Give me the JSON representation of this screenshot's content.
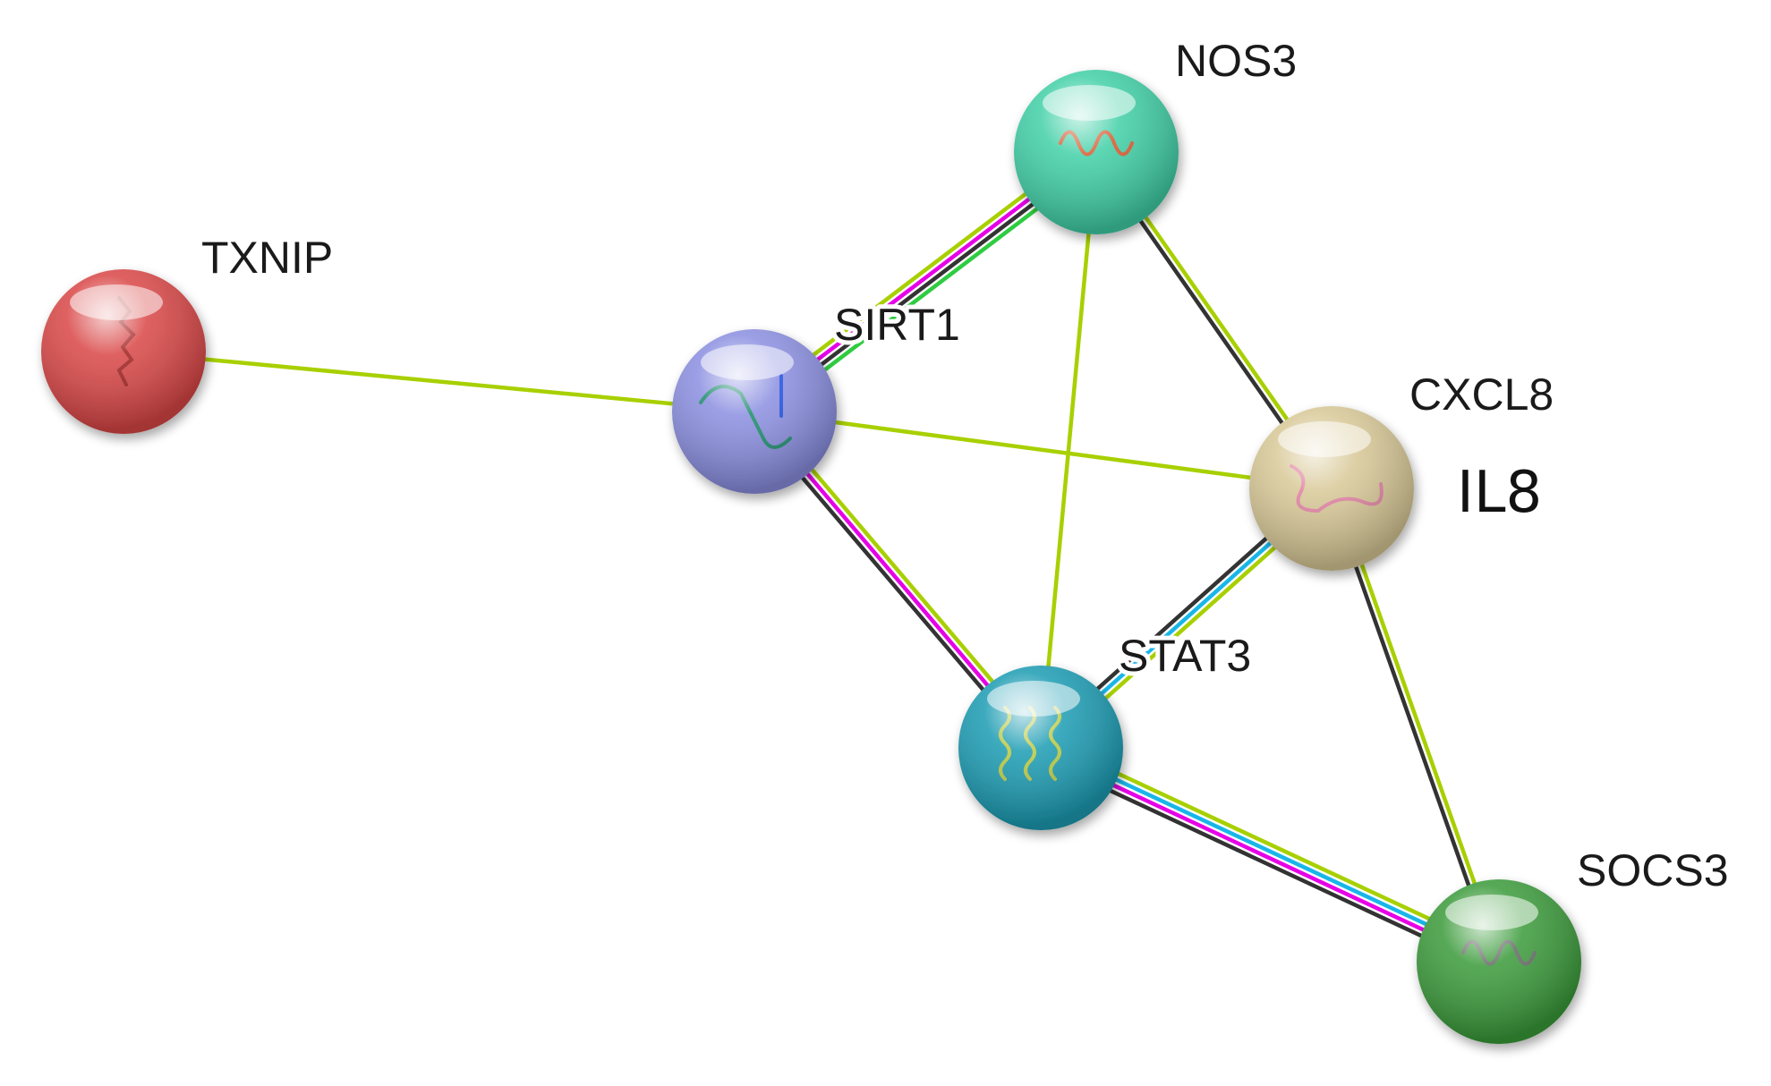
{
  "network": {
    "edge_colors": {
      "experiments": "#e600e6",
      "database": "#19b6e8",
      "textmining": "#a8d000",
      "coexpression": "#333333",
      "neighborhood": "#2ecc40"
    },
    "nodes": [
      {
        "id": "TXNIP",
        "label": "TXNIP",
        "color": "#d94545",
        "structure": "coil-icon"
      },
      {
        "id": "SIRT1",
        "label": "SIRT1",
        "color": "#8a8ee0",
        "structure": "beta-sheet-icon"
      },
      {
        "id": "NOS3",
        "label": "NOS3",
        "color": "#3fcfa6",
        "structure": "helix-icon"
      },
      {
        "id": "CXCL8",
        "label": "CXCL8",
        "color": "#d8c896",
        "structure": "protein-fold-icon"
      },
      {
        "id": "STAT3",
        "label": "STAT3",
        "color": "#1a9bb2",
        "structure": "helix-bundle-icon"
      },
      {
        "id": "SOCS3",
        "label": "SOCS3",
        "color": "#3a9a3a",
        "structure": "helix-icon"
      }
    ],
    "edges": [
      {
        "source": "TXNIP",
        "target": "SIRT1",
        "evidence": [
          "textmining"
        ]
      },
      {
        "source": "SIRT1",
        "target": "NOS3",
        "evidence": [
          "textmining",
          "experiments",
          "coexpression",
          "neighborhood"
        ]
      },
      {
        "source": "SIRT1",
        "target": "CXCL8",
        "evidence": [
          "textmining"
        ]
      },
      {
        "source": "SIRT1",
        "target": "STAT3",
        "evidence": [
          "textmining",
          "experiments",
          "coexpression"
        ]
      },
      {
        "source": "NOS3",
        "target": "CXCL8",
        "evidence": [
          "textmining",
          "coexpression"
        ]
      },
      {
        "source": "NOS3",
        "target": "STAT3",
        "evidence": [
          "textmining"
        ]
      },
      {
        "source": "CXCL8",
        "target": "STAT3",
        "evidence": [
          "textmining",
          "database",
          "coexpression"
        ]
      },
      {
        "source": "CXCL8",
        "target": "SOCS3",
        "evidence": [
          "textmining",
          "coexpression"
        ]
      },
      {
        "source": "STAT3",
        "target": "SOCS3",
        "evidence": [
          "textmining",
          "database",
          "experiments",
          "coexpression"
        ]
      }
    ],
    "annotation": "IL8"
  }
}
